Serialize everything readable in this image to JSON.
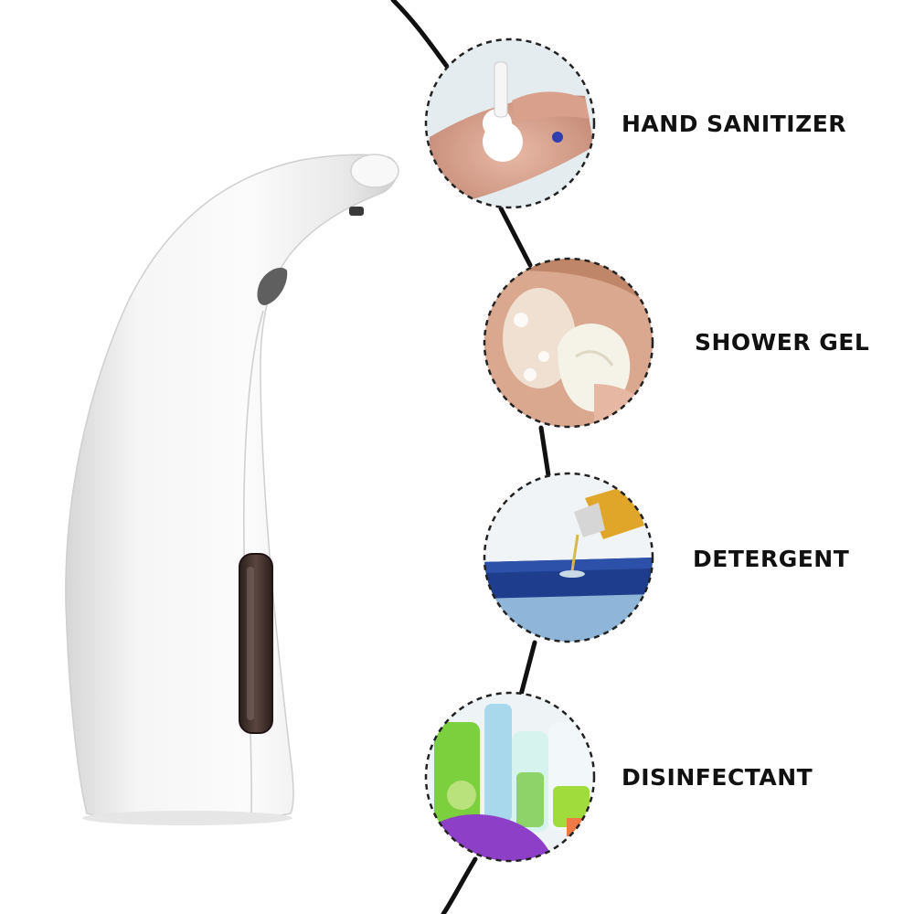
{
  "product": {
    "icon": "soap-dispenser-illustration",
    "body_color": "#f4f4f4",
    "window_color": "#3a2a26"
  },
  "uses": [
    {
      "label": "HAND SANITIZER",
      "icon": "hand-foam-photo"
    },
    {
      "label": "SHOWER GEL",
      "icon": "shoulder-sponge-photo"
    },
    {
      "label": "DETERGENT",
      "icon": "sponge-detergent-photo"
    },
    {
      "label": "DISINFECTANT",
      "icon": "cleaning-bottles-photo"
    }
  ],
  "colors": {
    "connector_line": "#111111",
    "circle_border": "#222222",
    "text": "#111111",
    "background": "#ffffff"
  }
}
